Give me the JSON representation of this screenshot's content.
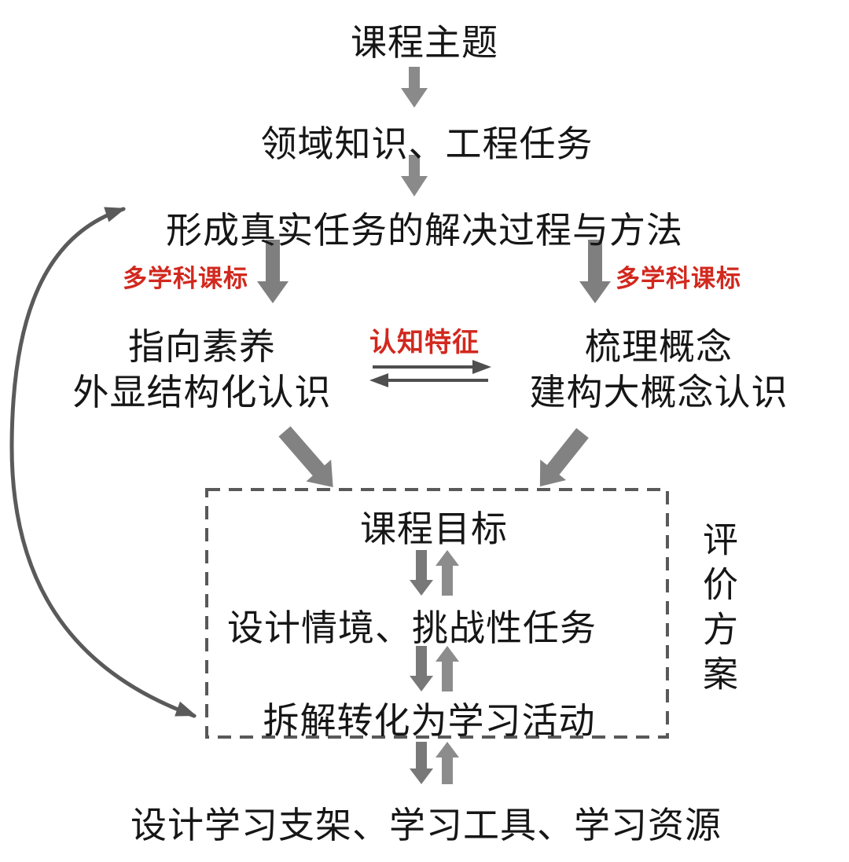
{
  "diagram": {
    "nodes": {
      "course_theme": "课程主题",
      "domain_knowledge": "领域知识、工程任务",
      "solution_process": "形成真实任务的解决过程与方法",
      "literacy_line1": "指向素养",
      "literacy_line2": "外显结构化认识",
      "concepts_line1": "梳理概念",
      "concepts_line2": "建构大概念认识",
      "course_goal": "课程目标",
      "design_tasks": "设计情境、挑战性任务",
      "learning_activities": "拆解转化为学习活动",
      "scaffolds": "设计学习支架、学习工具、学习资源",
      "evaluation_plan": "评价方案"
    },
    "labels": {
      "multi_discipline_left": "多学科课标",
      "multi_discipline_right": "多学科课标",
      "cognitive_features": "认知特征"
    },
    "colors": {
      "accent_red": "#d2281e",
      "arrow_gray": "#828282",
      "thin_arrow_gray": "#4f4f4f",
      "curve_gray": "#5a5a5a",
      "dashed_border": "#595959",
      "text_black": "#161616"
    }
  }
}
